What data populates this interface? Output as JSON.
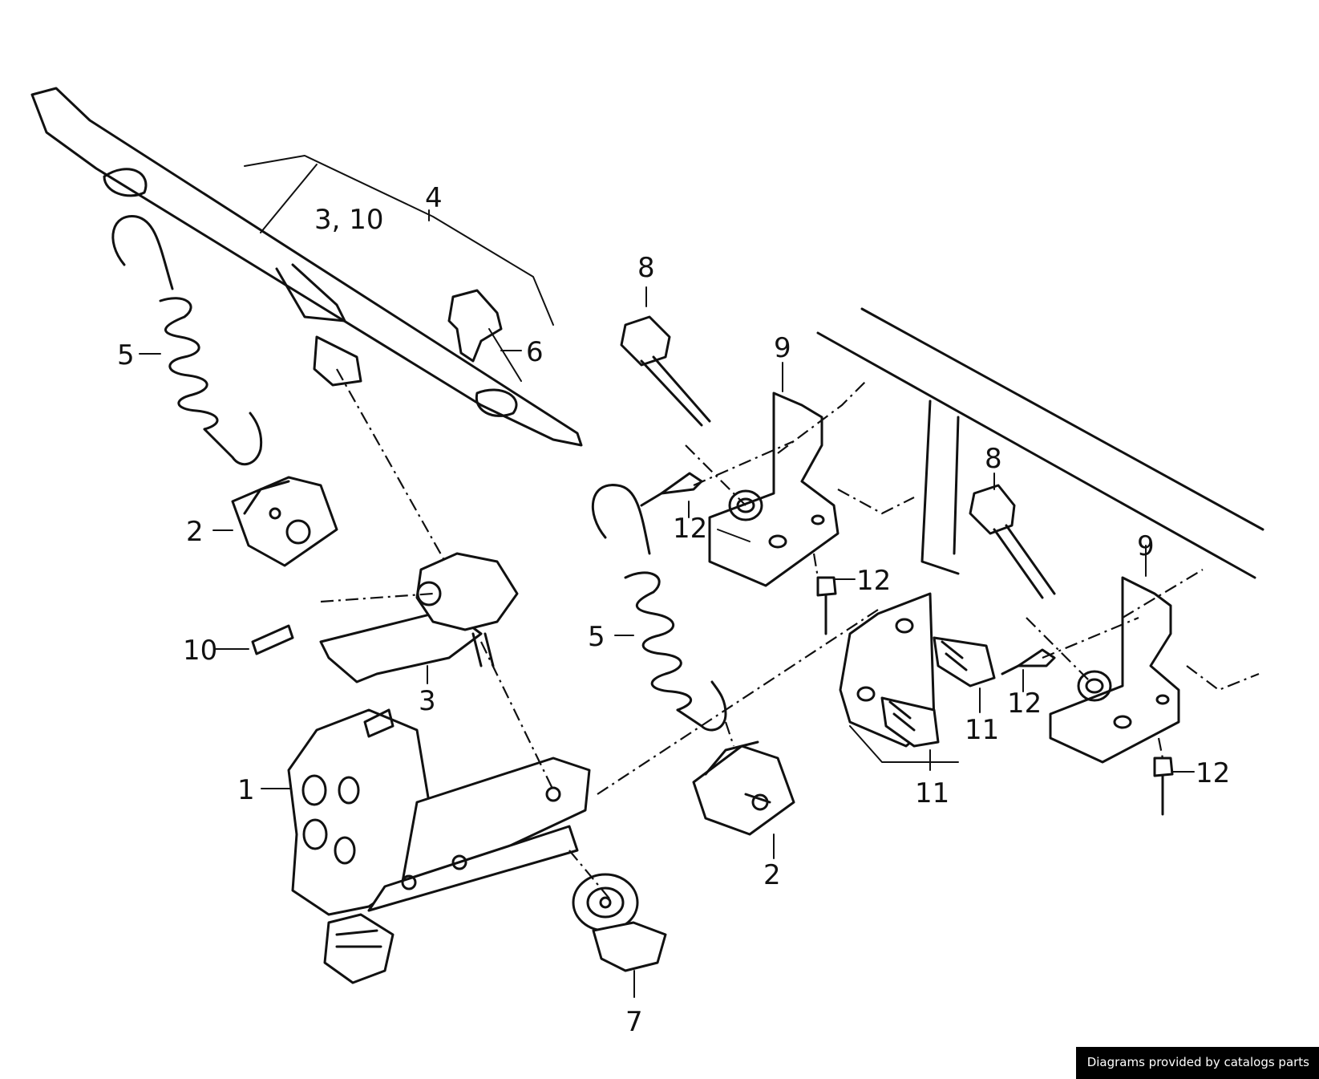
{
  "callouts": [
    {
      "id": "c1",
      "text": "1"
    },
    {
      "id": "c2a",
      "text": "2"
    },
    {
      "id": "c2b",
      "text": "2"
    },
    {
      "id": "c3",
      "text": "3"
    },
    {
      "id": "c310",
      "text": "3, 10"
    },
    {
      "id": "c4",
      "text": "4"
    },
    {
      "id": "c5a",
      "text": "5"
    },
    {
      "id": "c5b",
      "text": "5"
    },
    {
      "id": "c6",
      "text": "6"
    },
    {
      "id": "c7",
      "text": "7"
    },
    {
      "id": "c8a",
      "text": "8"
    },
    {
      "id": "c8b",
      "text": "8"
    },
    {
      "id": "c9a",
      "text": "9"
    },
    {
      "id": "c9b",
      "text": "9"
    },
    {
      "id": "c10",
      "text": "10"
    },
    {
      "id": "c11a",
      "text": "11"
    },
    {
      "id": "c11b",
      "text": "11"
    },
    {
      "id": "c12a",
      "text": "12"
    },
    {
      "id": "c12b",
      "text": "12"
    },
    {
      "id": "c12c",
      "text": "12"
    },
    {
      "id": "c12d",
      "text": "12"
    }
  ],
  "credit": "Diagrams provided by catalogs parts"
}
